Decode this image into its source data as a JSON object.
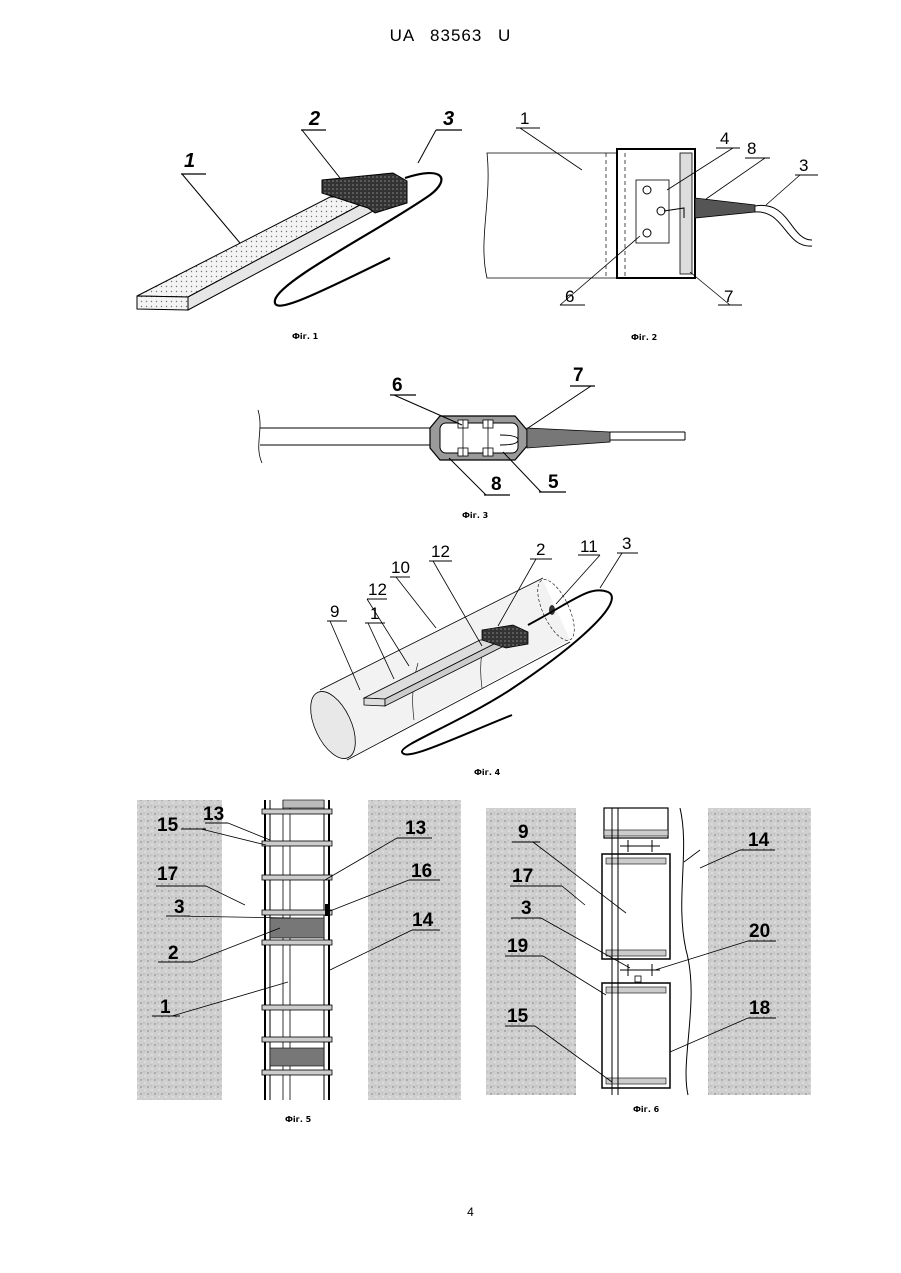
{
  "header": {
    "patent": "UA 83563 U"
  },
  "page_number": "4",
  "figures": {
    "fig1": {
      "caption": "Фіг. 1",
      "labels": [
        "1",
        "2",
        "3"
      ]
    },
    "fig2": {
      "caption": "Фіг. 2",
      "labels": [
        "1",
        "4",
        "8",
        "3",
        "6",
        "7"
      ]
    },
    "fig3": {
      "caption": "Фіг. 3",
      "labels": [
        "6",
        "7",
        "8",
        "5"
      ]
    },
    "fig4": {
      "caption": "Фіг. 4",
      "labels": [
        "2",
        "11",
        "3",
        "12",
        "10",
        "12",
        "1",
        "9"
      ]
    },
    "fig5": {
      "caption": "Фіг. 5",
      "labels": [
        "13",
        "15",
        "13",
        "17",
        "16",
        "3",
        "14",
        "2",
        "1"
      ]
    },
    "fig6": {
      "caption": "Фіг. 6",
      "labels": [
        "14",
        "9",
        "17",
        "3",
        "20",
        "19",
        "18",
        "15"
      ]
    }
  }
}
